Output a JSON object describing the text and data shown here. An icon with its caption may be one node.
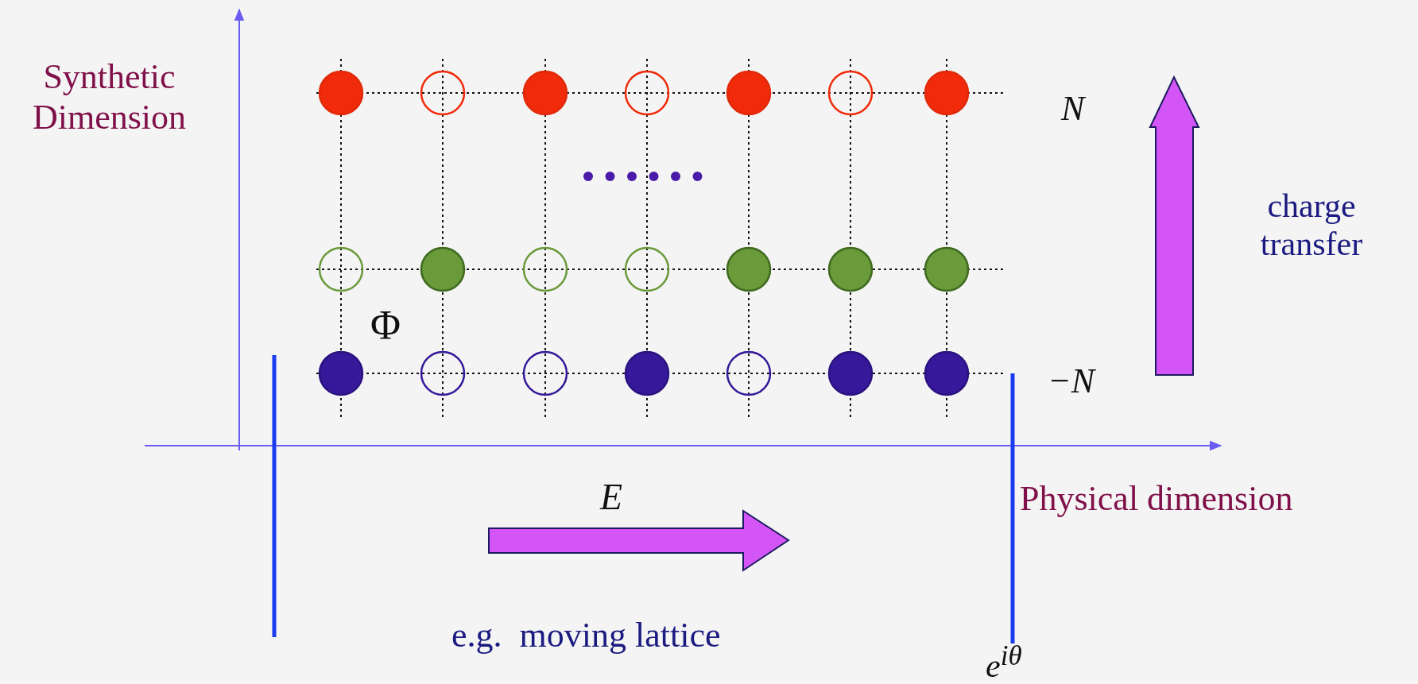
{
  "diagram": {
    "labels": [
      "Synthetic Dimension",
      "N",
      "charge transfer",
      "Φ",
      "−N",
      "E",
      "Physical dimension",
      "e.g.  moving lattice",
      "e$^{iθ}$"
    ]
  }
}
